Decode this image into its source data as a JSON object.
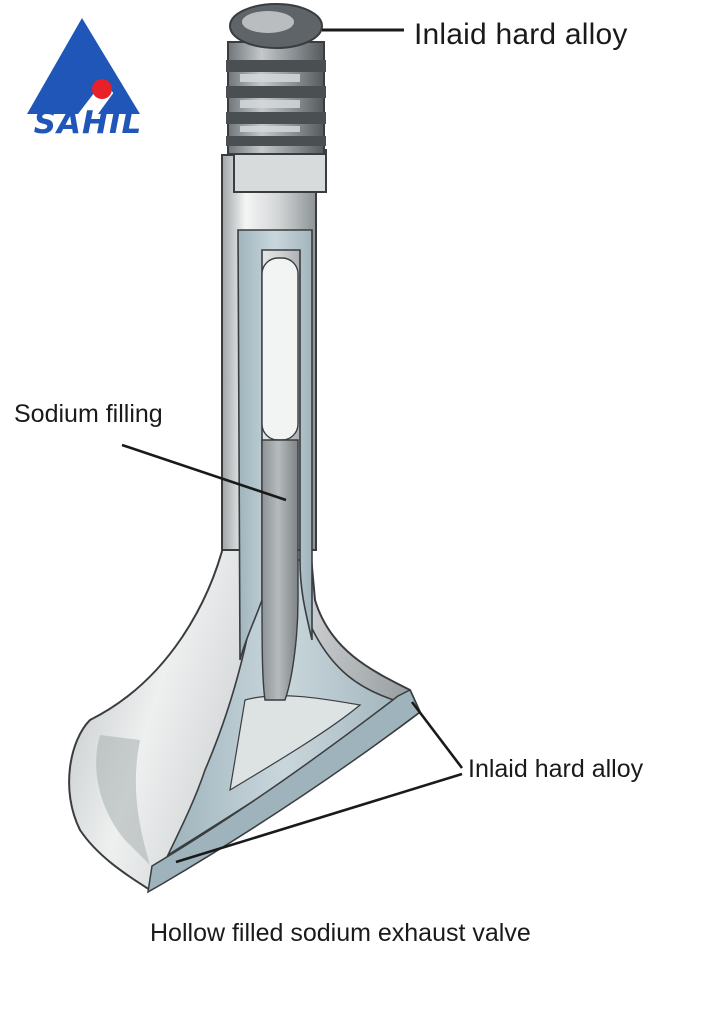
{
  "brand": {
    "name": "SAHIL",
    "colors": {
      "blue": "#1f56b8",
      "red": "#e8202a"
    }
  },
  "labels": {
    "top_alloy": "Inlaid hard alloy",
    "sodium": "Sodium filling",
    "seat_alloy": "Inlaid hard alloy",
    "caption": "Hollow filled sodium exhaust valve"
  },
  "colors": {
    "metal_light": "#eceeee",
    "metal_mid": "#c8cbcc",
    "metal_dark": "#8e9496",
    "cavity": "#b7c8cf",
    "outline": "#3a3d40"
  }
}
